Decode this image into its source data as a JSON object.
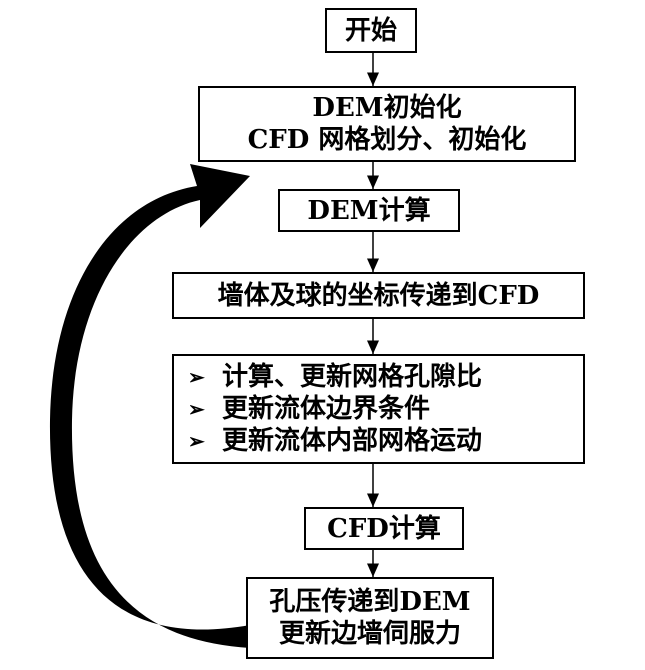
{
  "flow": {
    "start": "开始",
    "init": {
      "line1": "DEM初始化",
      "line2": "CFD 网格划分、初始化"
    },
    "dem_calc": "DEM计算",
    "transfer": "墙体及球的坐标传递到CFD",
    "update": {
      "bullet_glyph": "➢",
      "items": [
        "计算、更新网格孔隙比",
        "更新流体边界条件",
        "更新流体内部网格运动"
      ]
    },
    "cfd_calc": "CFD计算",
    "feedback": {
      "line1": "孔压传递到DEM",
      "line2": "更新边墙伺服力"
    }
  }
}
